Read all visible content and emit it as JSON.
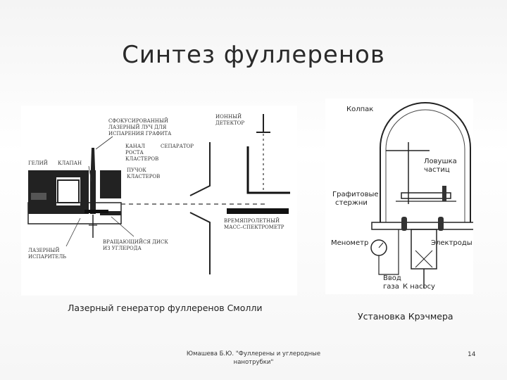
{
  "slide": {
    "title": "Синтез фуллеренов",
    "caption_left": "Лазерный генератор фуллеренов Смолли",
    "caption_right": "Установка Крэчмера",
    "footer": "Юмашева Б.Ю. \"Фуллерены и углеродные нанотрубки\"",
    "page_number": "14"
  },
  "smalley_diagram": {
    "laser_beam": [
      "СФОКУСИРОВАННЫЙ",
      "ЛАЗЕРНЫЙ ЛУЧ ДЛЯ",
      "ИСПАРЕНИЯ ГРАФИТА"
    ],
    "ion_detector": [
      "ИОННЫЙ",
      "ДЕТЕКТОР"
    ],
    "helium": "ГЕЛИЙ",
    "valve": "КЛАПАН",
    "channel": [
      "КАНАЛ",
      "РОСТА",
      "КЛАСТЕРОВ"
    ],
    "separator": "СЕПАРАТОР",
    "beam": [
      "ПУЧОК",
      "КЛАСТЕРОВ"
    ],
    "tof": [
      "ВРЕМЯПРОЛЕТНЫЙ",
      "МАСС–СПЕКТРОМЕТР"
    ],
    "disk": [
      "ВРАЩАЮЩИЙСЯ ДИСК",
      "ИЗ УГЛЕРОДА"
    ],
    "vaporizer": [
      "ЛАЗЕРНЫЙ",
      "ИСПАРИТЕЛЬ"
    ]
  },
  "kratschmer_diagram": {
    "bell": "Колпак",
    "trap": [
      "Ловушка",
      "частиц"
    ],
    "rods": [
      "Графитовые",
      "стержни"
    ],
    "manometer": "Менометр",
    "electrodes": "Электроды",
    "gas_inlet": [
      "Ввод",
      "газа"
    ],
    "to_pump": "К насосу"
  }
}
